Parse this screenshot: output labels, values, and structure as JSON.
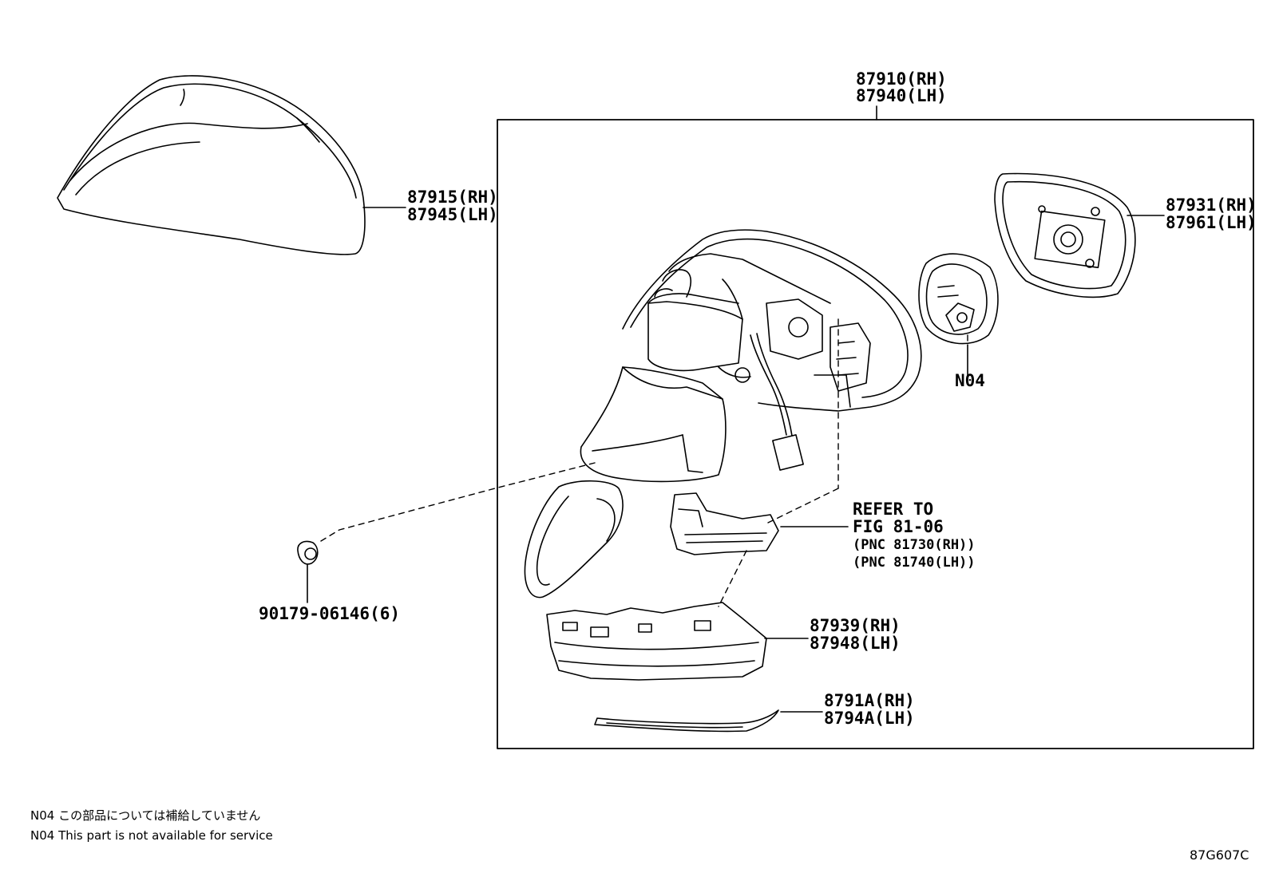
{
  "assembly": {
    "label_rh": "87910(RH)",
    "label_lh": "87940(LH)"
  },
  "cover": {
    "label_rh": "87915(RH)",
    "label_lh": "87945(LH)"
  },
  "mirror_glass": {
    "label_rh": "87931(RH)",
    "label_lh": "87961(LH)"
  },
  "actuator": {
    "label": "N04"
  },
  "clip": {
    "label": "90179-06146(6)"
  },
  "turn_lamp_ref": {
    "line1": "REFER TO",
    "line2": "FIG 81-06",
    "line3": "(PNC 81730(RH))",
    "line4": "(PNC 81740(LH))"
  },
  "lamp_lens": {
    "label_rh": "87939(RH)",
    "label_lh": "87948(LH)"
  },
  "garnish": {
    "label_rh": "8791A(RH)",
    "label_lh": "8794A(LH)"
  },
  "notes": {
    "jp": "N04 この部品については補給していません",
    "en": "N04 This part is not available for service"
  },
  "figure_id": "87G607C"
}
